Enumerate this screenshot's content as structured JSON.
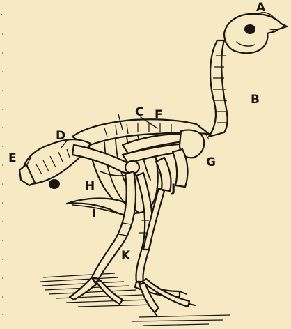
{
  "colors": {
    "paper": "#f7e9c3",
    "ink": "#1a1612"
  },
  "diagram": {
    "labels": {
      "A": "A",
      "B": "B",
      "C": "C",
      "D": "D",
      "E": "E",
      "F": "F",
      "G": "G",
      "H": "H",
      "I": "I",
      "J": "J",
      "K": "K"
    },
    "left_margin_marks": [
      ".",
      ".",
      ".",
      ".",
      ".",
      ".",
      ".",
      ".",
      ".",
      ".",
      ".",
      ".",
      ".",
      ".",
      ".",
      ".",
      "."
    ]
  }
}
